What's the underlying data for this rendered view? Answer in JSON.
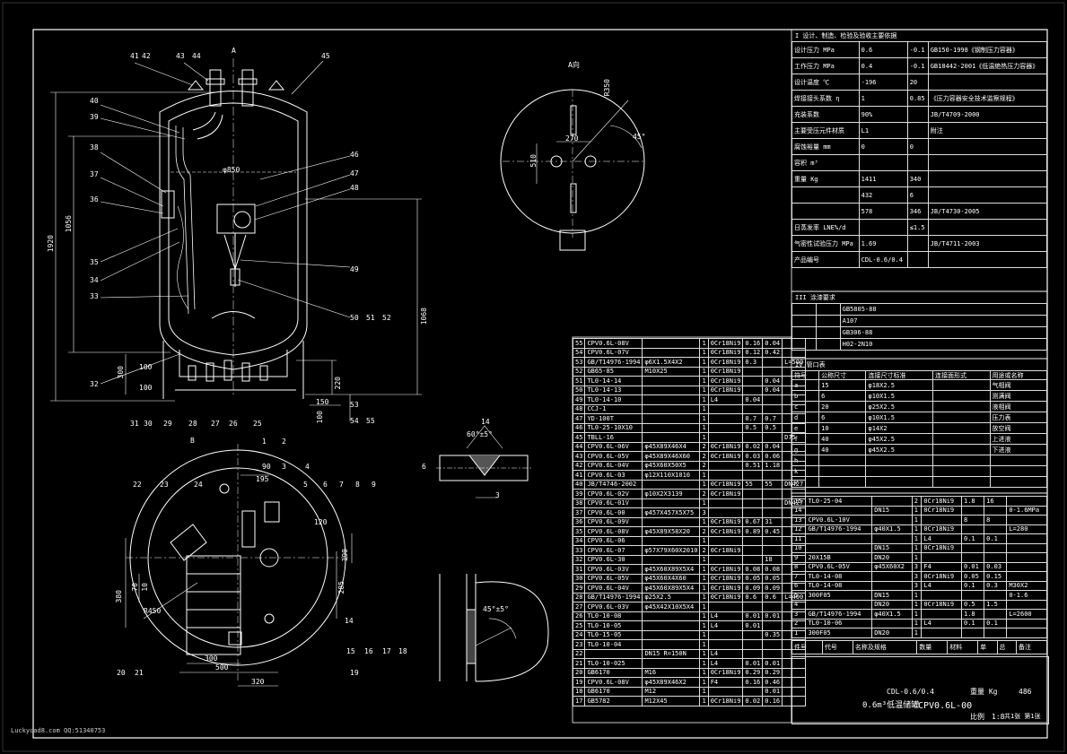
{
  "drawing": {
    "watermark": "Luckycad8.com  QQ:51340753",
    "view_a": "A",
    "view_b": "B",
    "view_a_label": "A向",
    "dims": {
      "d850": "φ850",
      "h1920": "1920",
      "h1056": "1056",
      "h1068": "1068",
      "h300": "300",
      "h100a": "100",
      "h100b": "100",
      "h220": "220",
      "h150": "150",
      "h100c": "100",
      "r350": "R350",
      "d270": "270",
      "d510": "510",
      "a45": "45°",
      "w90": "90",
      "w195": "195",
      "r450": "R450",
      "w300": "300",
      "w500": "500",
      "w320": "320",
      "h380": "380",
      "h70": "70",
      "h10": "10",
      "h190": "190",
      "h285": "285",
      "h120": "120",
      "weld_angle": "60°±5°",
      "weld_angle2": "45°±5°",
      "w3": "3",
      "w6": "6",
      "w14": "14"
    },
    "part_numbers_top": [
      "41",
      "42",
      "43",
      "44",
      "45",
      "40",
      "39",
      "38",
      "37",
      "36",
      "35",
      "34",
      "33",
      "32",
      "46",
      "47",
      "48",
      "49",
      "50",
      "51",
      "52",
      "53",
      "54",
      "55",
      "31",
      "30",
      "29",
      "28",
      "27",
      "26",
      "25"
    ],
    "part_numbers_bottom": [
      "1",
      "2",
      "3",
      "4",
      "5",
      "6",
      "7",
      "8",
      "9",
      "22",
      "23",
      "24",
      "14",
      "15",
      "16",
      "17",
      "18",
      "19",
      "20",
      "21"
    ]
  },
  "spec_table": {
    "header": "I 设计、制造、检验及验收主要依据",
    "rows": [
      [
        "设计压力 MPa",
        "0.6",
        "-0.1",
        "GB150-1998《钢制压力容器》"
      ],
      [
        "工作压力 MPa",
        "0.4",
        "-0.1",
        "GB18442-2001《低温绝热压力容器》"
      ],
      [
        "设计温度 ℃",
        "-196",
        "20",
        ""
      ],
      [
        "焊接接头系数 η",
        "1",
        "0.85",
        "《压力容器安全技术监察规程》"
      ],
      [
        "充装系数",
        "90%",
        "",
        "JB/T4709-2000"
      ],
      [
        "主要受压元件材质",
        "L1",
        "",
        "附注"
      ],
      [
        "腐蚀裕量 mm",
        "0",
        "0",
        ""
      ],
      [
        "容积 m³",
        "",
        "",
        ""
      ],
      [
        "重量 Kg",
        "1411",
        "340",
        ""
      ],
      [
        "",
        "432",
        "6",
        ""
      ],
      [
        "",
        "578",
        "346",
        "JB/T4730-2005"
      ],
      [
        "日蒸发率 LNE%/d",
        "",
        "≤1.5",
        ""
      ],
      [
        "气密性试验压力 MPa",
        "1.69",
        "",
        "JB/T4711-2003"
      ],
      [
        "产品编号",
        "CDL-0.6/0.4",
        "",
        ""
      ]
    ]
  },
  "section2": {
    "header": "III 涂漆要求",
    "rows": [
      [
        "",
        "",
        "GB5805-88"
      ],
      [
        "",
        "",
        "A107"
      ],
      [
        "",
        "",
        "GB306-88"
      ],
      [
        "",
        "",
        "H02-2N10"
      ]
    ]
  },
  "nozzle_table": {
    "header": "IV 管口表",
    "cols": [
      "符号",
      "公称尺寸",
      "连接尺寸标准",
      "连接面形式",
      "用途或名称"
    ],
    "rows": [
      [
        "a",
        "15",
        "φ18X2.5",
        "",
        "气相阀"
      ],
      [
        "b",
        "6",
        "φ10X1.5",
        "",
        "测满阀"
      ],
      [
        "c",
        "20",
        "φ25X2.5",
        "",
        "液相阀"
      ],
      [
        "d",
        "6",
        "φ10X1.5",
        "",
        "压力表"
      ],
      [
        "e",
        "10",
        "φ14X2",
        "",
        "放空阀"
      ],
      [
        "f",
        "40",
        "φ45X2.5",
        "",
        "上进液"
      ],
      [
        "g",
        "40",
        "φ45X2.5",
        "",
        "下进液"
      ],
      [
        "h",
        "",
        "",
        "",
        ""
      ],
      [
        "k",
        "",
        "",
        "",
        ""
      ],
      [
        "v",
        "",
        "",
        "",
        ""
      ]
    ]
  },
  "bom_main": [
    [
      "55",
      "CPV0.6L-08V",
      "",
      "1",
      "0Cr18Ni9",
      "0.16",
      "0.04",
      ""
    ],
    [
      "54",
      "CPV0.6L-07V",
      "",
      "1",
      "0Cr18Ni9",
      "0.12",
      "0.42",
      ""
    ],
    [
      "53",
      "GB/T14976-1994",
      "φ6X1.5X4X2",
      "1",
      "0Cr18Ni9",
      "0.3",
      "",
      "L=500"
    ],
    [
      "52",
      "GB65-85",
      "M10X25",
      "1",
      "0Cr18Ni9",
      "",
      "",
      ""
    ],
    [
      "51",
      "TL0-14-14",
      "",
      "1",
      "0Cr18Ni9",
      "",
      "0.04",
      ""
    ],
    [
      "50",
      "TL0-14-13",
      "",
      "1",
      "0Cr18Ni9",
      "",
      "0.04",
      ""
    ],
    [
      "49",
      "TL0-14-10",
      "",
      "1",
      "L4",
      "0.04",
      "",
      ""
    ],
    [
      "48",
      "CCJ-1",
      "",
      "1",
      "",
      "",
      "",
      ""
    ],
    [
      "47",
      "YD-100T",
      "",
      "1",
      "",
      "0.7",
      "0.7",
      ""
    ],
    [
      "46",
      "TL0-25-10X10",
      "",
      "1",
      "",
      "0.5",
      "0.5",
      ""
    ],
    [
      "45",
      "TBLL-16",
      "",
      "1",
      "",
      "",
      "",
      "D75"
    ],
    [
      "44",
      "CPV0.6L-06V",
      "φ45X89X46X4",
      "2",
      "0Cr18Ni9",
      "0.02",
      "0.04",
      ""
    ],
    [
      "43",
      "CPV0.6L-05V",
      "φ45X89X46X60",
      "2",
      "0Cr18Ni9",
      "0.03",
      "0.06",
      ""
    ],
    [
      "42",
      "CPV0.6L-04V",
      "φ45X60X50X5",
      "2",
      "",
      "0.51",
      "1.18",
      ""
    ],
    [
      "41",
      "CPV0.6L-03",
      "φ12X110X1010",
      "1",
      "",
      "",
      "",
      ""
    ],
    [
      "40",
      "JB/T4746-2002",
      "",
      "1",
      "0Cr18Ni9",
      "55",
      "55",
      "DN427"
    ],
    [
      "39",
      "CPV0.6L-02V",
      "φ10X2X3139",
      "2",
      "0Cr18Ni9",
      "",
      "",
      ""
    ],
    [
      "38",
      "CPV0.6L-01V",
      "",
      "1",
      "",
      "",
      "",
      "DN427"
    ],
    [
      "37",
      "CPV0.6L-00",
      "φ457X457X5X75",
      "3",
      "",
      "",
      "",
      ""
    ],
    [
      "36",
      "CPV0.6L-09V",
      "",
      "1",
      "0Cr18Ni9",
      "0.67",
      "31",
      ""
    ],
    [
      "35",
      "CPV0.6L-08V",
      "φ45X89X58X20",
      "2",
      "0Cr18Ni9",
      "0.89",
      "0.45",
      ""
    ],
    [
      "34",
      "CPV0.6L-06",
      "",
      "1",
      "",
      "",
      "",
      ""
    ],
    [
      "33",
      "CPV0.6L-07",
      "φ57X79X60X2010",
      "2",
      "0Cr18Ni9",
      "",
      "",
      ""
    ],
    [
      "32",
      "CPV0.6L-30",
      "",
      "1",
      "",
      "",
      "18",
      ""
    ],
    [
      "31",
      "CPV0.6L-03V",
      "φ45X60X89X5X4",
      "1",
      "0Cr18Ni9",
      "0.08",
      "0.08",
      ""
    ],
    [
      "30",
      "CPV0.6L-05V",
      "φ45X60X4X60",
      "1",
      "0Cr18Ni9",
      "0.05",
      "0.05",
      ""
    ],
    [
      "29",
      "CPV0.6L-04V",
      "φ45X60X89X5X4",
      "1",
      "0Cr18Ni9",
      "0.09",
      "0.09",
      ""
    ],
    [
      "28",
      "GB/T14976-1994",
      "φ25X2.5",
      "1",
      "0Cr18Ni9",
      "0.6",
      "0.6",
      "L=400"
    ],
    [
      "27",
      "CPV0.6L-03V",
      "φ45X42X10X5X4",
      "1",
      "",
      "",
      "",
      ""
    ],
    [
      "26",
      "TL0-10-08",
      "",
      "1",
      "L4",
      "0.01",
      "0.01",
      ""
    ],
    [
      "25",
      "TL0-10-05",
      "",
      "1",
      "L4",
      "0.01",
      "",
      ""
    ],
    [
      "24",
      "TL0-15-05",
      "",
      "1",
      "",
      "",
      "0.35",
      ""
    ],
    [
      "23",
      "TL0-10-04",
      "",
      "1",
      "",
      "",
      "",
      ""
    ],
    [
      "22",
      "",
      "DN15 R=150N",
      "1",
      "L4",
      "",
      "",
      ""
    ],
    [
      "21",
      "TL0-10-025",
      "",
      "1",
      "L4",
      "0.01",
      "0.01",
      ""
    ],
    [
      "20",
      "GB6170",
      "M16",
      "1",
      "0Cr18Ni9",
      "0.29",
      "0.29",
      ""
    ],
    [
      "19",
      "CPV0.6L-08V",
      "φ45X89X46X2",
      "1",
      "F4",
      "0.16",
      "0.46",
      ""
    ],
    [
      "18",
      "GB6170",
      "M12",
      "1",
      "",
      "",
      "0.01",
      ""
    ],
    [
      "17",
      "GB5782",
      "M12X45",
      "1",
      "0Cr18Ni9",
      "0.02",
      "0.16",
      ""
    ]
  ],
  "bom_right": [
    [
      "15",
      "TL0-25-04",
      "",
      "2",
      "0Cr18Ni9",
      "1.8",
      "16",
      ""
    ],
    [
      "14",
      "",
      "DN15",
      "1",
      "0Cr18Ni9",
      "",
      "",
      "0-1.6MPa"
    ],
    [
      "13",
      "CPV0.6L-10V",
      "",
      "1",
      "",
      "8",
      "8",
      ""
    ],
    [
      "12",
      "GB/T14976-1994",
      "φ40X1.5",
      "1",
      "0Cr18Ni9",
      "",
      "",
      "L=280"
    ],
    [
      "11",
      "",
      "",
      "1",
      "L4",
      "0.1",
      "0.1",
      ""
    ],
    [
      "10",
      "",
      "DN15",
      "1",
      "0Cr18Ni9",
      "",
      "",
      ""
    ],
    [
      "9",
      "20X15B",
      "DN20",
      "1",
      "",
      "",
      "",
      ""
    ],
    [
      "8",
      "CPV0.6L-05V",
      "φ45X60X2",
      "3",
      "F4",
      "0.01",
      "0.03",
      ""
    ],
    [
      "7",
      "TL0-14-08",
      "",
      "3",
      "0Cr18Ni9",
      "0.05",
      "0.15",
      ""
    ],
    [
      "6",
      "TL0-14-08",
      "",
      "3",
      "L4",
      "0.1",
      "0.3",
      "M30X2"
    ],
    [
      "5",
      "300F05",
      "DN15",
      "1",
      "",
      "",
      "",
      "0-1.6"
    ],
    [
      "4",
      "",
      "DN20",
      "1",
      "0Cr18Ni9",
      "0.5",
      "1.5",
      ""
    ],
    [
      "3",
      "GB/T14976-1994",
      "φ40X1.5",
      "1",
      "",
      "1.8",
      "",
      "L=2600"
    ],
    [
      "2",
      "TL0-10-06",
      "",
      "1",
      "L4",
      "0.1",
      "0.1",
      ""
    ],
    [
      "1",
      "300F05",
      "DN20",
      "1",
      "",
      "",
      "",
      ""
    ]
  ],
  "title_block": {
    "col_labels": [
      "件号",
      "代号",
      "名称及规格",
      "数量",
      "材料",
      "单",
      "总",
      "备注"
    ],
    "code": "CDL-0.6/0.4",
    "name": "0.6m³低温储罐",
    "model": "CPV0.6L-00",
    "weight_label": "重量 Kg",
    "weight": "486",
    "scale_label": "比例",
    "scale": "1:8",
    "sheet": "共1张 第1张"
  }
}
